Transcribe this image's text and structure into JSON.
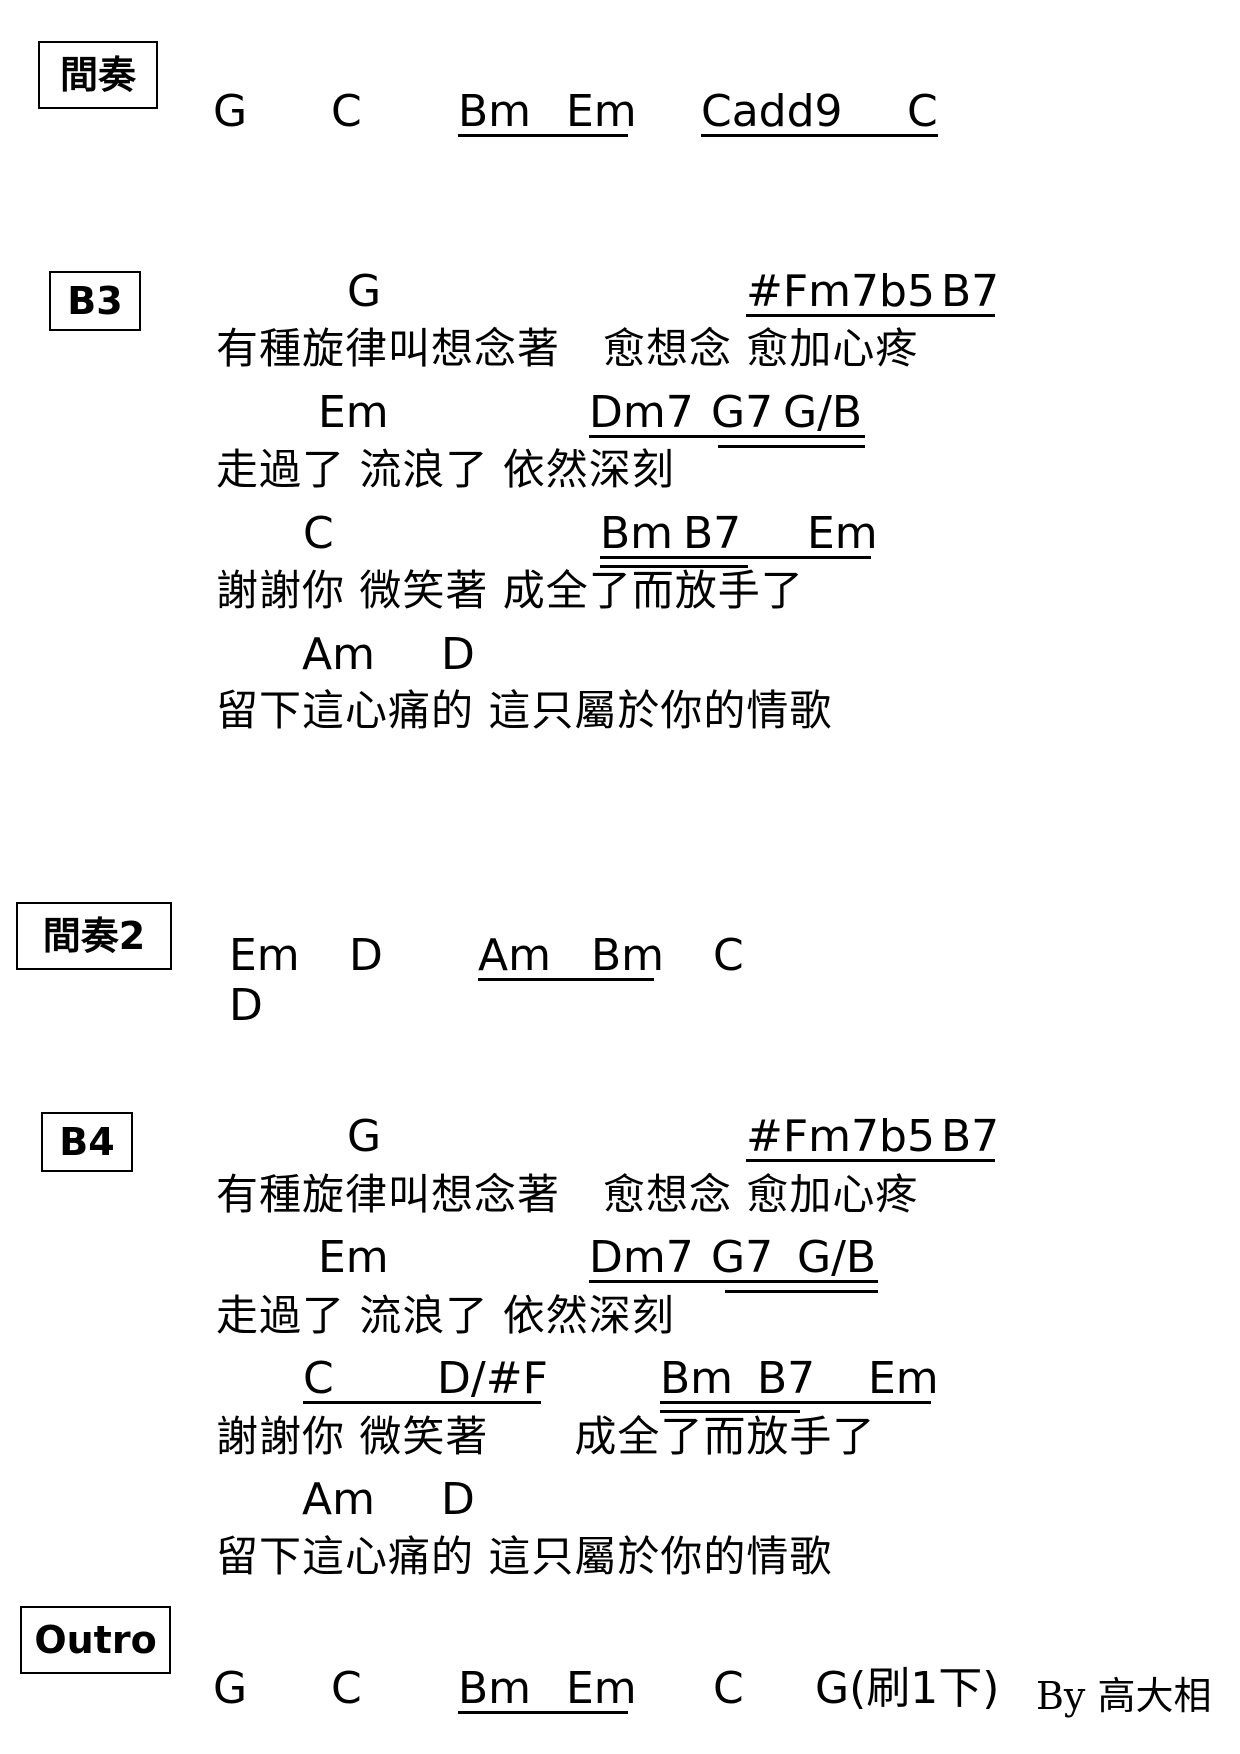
{
  "sections": {
    "interlude1": {
      "label": "間奏",
      "chords": [
        "G",
        "C",
        "Bm",
        "Em",
        "Cadd9",
        "C"
      ]
    },
    "b3": {
      "label": "B3",
      "lines": [
        {
          "chords": [
            "G",
            "#Fm7b5",
            "B7"
          ],
          "lyric": "有種旋律叫想念著　愈想念 愈加心疼"
        },
        {
          "chords": [
            "Em",
            "Dm7",
            "G7",
            "G/B"
          ],
          "lyric": "走過了 流浪了 依然深刻"
        },
        {
          "chords": [
            "C",
            "Bm",
            "B7",
            "Em"
          ],
          "lyric": "謝謝你 微笑著 成全了而放手了"
        },
        {
          "chords": [
            "Am",
            "D"
          ],
          "lyric": "留下這心痛的 這只屬於你的情歌"
        }
      ]
    },
    "interlude2": {
      "label": "間奏2",
      "chords": [
        "Em",
        "D",
        "Am",
        "Bm",
        "C",
        "D"
      ]
    },
    "b4": {
      "label": "B4",
      "lines": [
        {
          "chords": [
            "G",
            "#Fm7b5",
            "B7"
          ],
          "lyric": "有種旋律叫想念著　愈想念 愈加心疼"
        },
        {
          "chords": [
            "Em",
            "Dm7",
            "G7",
            "G/B"
          ],
          "lyric": "走過了 流浪了 依然深刻"
        },
        {
          "chords": [
            "C",
            "D/#F",
            "Bm",
            "B7",
            "Em"
          ],
          "lyric": "謝謝你 微笑著　　成全了而放手了"
        },
        {
          "chords": [
            "Am",
            "D"
          ],
          "lyric": "留下這心痛的 這只屬於你的情歌"
        }
      ]
    },
    "outro": {
      "label": "Outro",
      "chords": [
        "G",
        "C",
        "Bm",
        "Em",
        "C",
        "G(刷1下)"
      ]
    }
  },
  "credit": "By 高大相"
}
